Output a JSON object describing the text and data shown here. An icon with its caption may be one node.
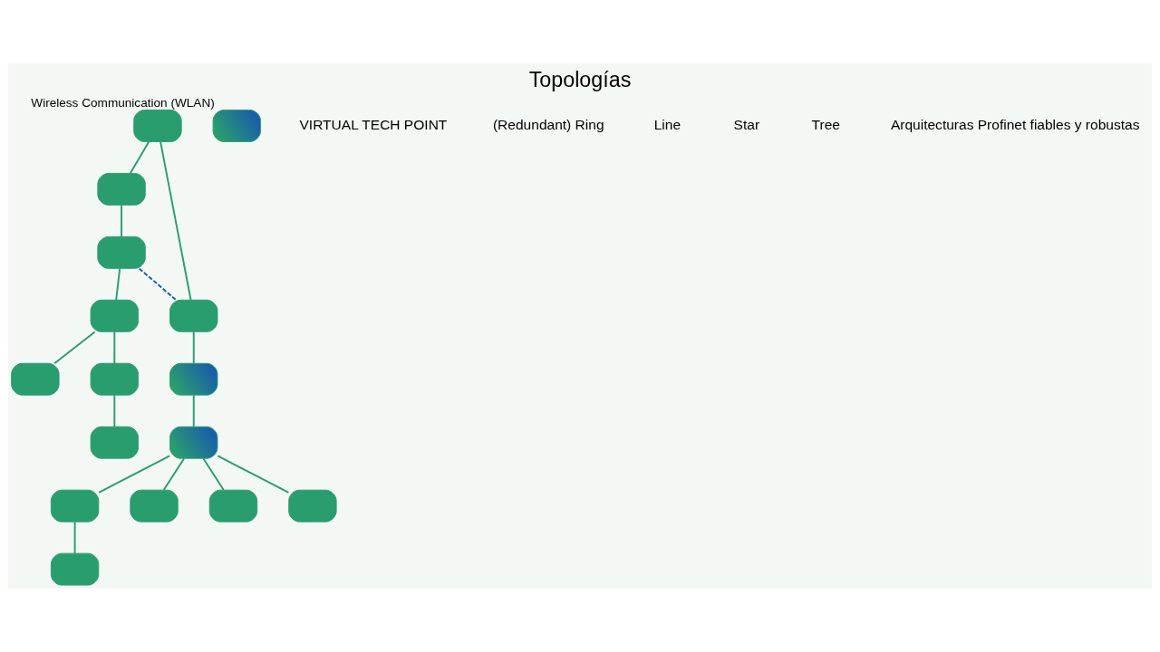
{
  "diagram": {
    "title": "Topologías",
    "nodes": [
      {
        "text": [],
        "shape": "box"
      },
      {
        "text": [],
        "shape": "box"
      },
      {
        "text": [],
        "shape": "box"
      },
      {
        "text": [],
        "shape": "box"
      },
      {
        "text": [],
        "shape": "box"
      },
      {
        "text": [],
        "shape": "box"
      },
      {
        "text": [],
        "shape": "box"
      },
      {
        "text": [],
        "shape": "box"
      },
      {
        "text": [],
        "shape": "box"
      },
      {
        "text": [],
        "shape": "box"
      },
      {
        "text": [],
        "shape": "box"
      },
      {
        "text": [],
        "shape": "box"
      },
      {
        "text": [],
        "shape": "box"
      },
      {
        "text": [],
        "shape": "box"
      },
      {
        "text": [],
        "shape": "box"
      },
      {
        "text": [],
        "shape": "box",
        "beside": [
          "Wireless Communication (WLAN)"
        ]
      }
    ],
    "edges": [
      {
        "from": 0,
        "to": 1,
        "arrow": "none"
      },
      {
        "from": 1,
        "to": 10,
        "arrow": "none"
      },
      {
        "from": 10,
        "to": 2,
        "arrow": "none",
        "style": "dashed",
        "color": "#1a5fa8"
      },
      {
        "from": 2,
        "to": 0,
        "arrow": "none"
      },
      {
        "from": 2,
        "to": 3,
        "arrow": "none"
      },
      {
        "from": 3,
        "to": 4,
        "arrow": "none"
      },
      {
        "from": 4,
        "to": 5,
        "arrow": "none"
      },
      {
        "from": 5,
        "to": 6,
        "arrow": "none"
      },
      {
        "from": 4,
        "to": 7,
        "arrow": "none"
      },
      {
        "from": 4,
        "to": 8,
        "arrow": "none"
      },
      {
        "from": 4,
        "to": 9,
        "arrow": "none"
      },
      {
        "from": 10,
        "to": 11,
        "arrow": "none"
      },
      {
        "from": 11,
        "to": 12,
        "arrow": "none"
      },
      {
        "from": 11,
        "to": 13,
        "arrow": "none"
      },
      {
        "from": 13,
        "to": 14,
        "arrow": "none"
      }
    ],
    "labels": [
      "VIRTUAL TECH POINT",
      "(Redundant) Ring",
      "Line",
      "Star",
      "Tree",
      "Arquitecturas Profinet fiables y robustas"
    ]
  }
}
